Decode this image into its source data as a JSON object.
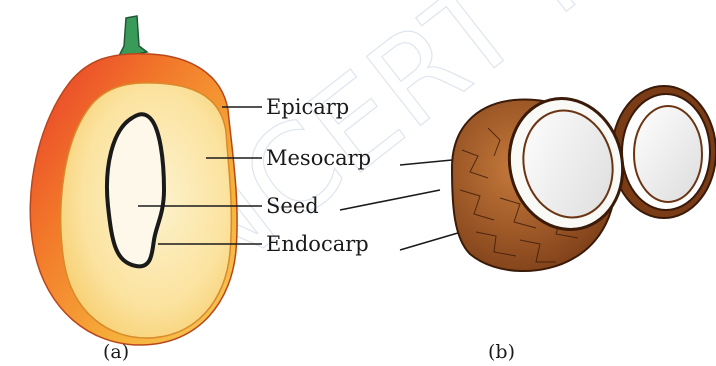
{
  "diagram": {
    "watermark": "©NCERT not to be republished",
    "panel_a": {
      "caption": "(a)",
      "labels": {
        "epicarp": "Epicarp",
        "mesocarp": "Mesocarp",
        "seed": "Seed",
        "endocarp": "Endocarp"
      }
    },
    "panel_b": {
      "caption": "(b)"
    }
  },
  "colors": {
    "mango_red": "#e23a2c",
    "mango_orange": "#f39a2a",
    "mango_yellow": "#f7d36a",
    "flesh": "#fbe7a8",
    "stalk": "#3a9a5a",
    "coconut_husk": "#a65a28",
    "coconut_shell": "#6b3514",
    "coconut_meat": "#f4f4f2"
  }
}
